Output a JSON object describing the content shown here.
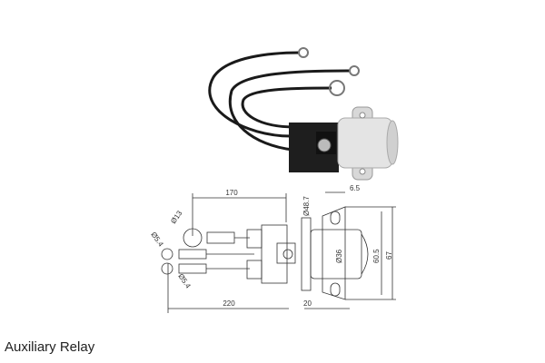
{
  "caption": "Auxiliary Relay",
  "drawing": {
    "dim_cable_short": "170",
    "dim_cable_long": "220",
    "dim_flange_thickness": "6.5",
    "dim_flange_dia": "Ø48.7",
    "dim_lug_large": "Ø13",
    "dim_lug_small_1": "Ø5.4",
    "dim_lug_small_2": "Ø5.4",
    "dim_body_dia": "Ø36",
    "dim_hole_spacing": "60.5",
    "dim_bracket_height": "67",
    "dim_body_length": "20"
  }
}
